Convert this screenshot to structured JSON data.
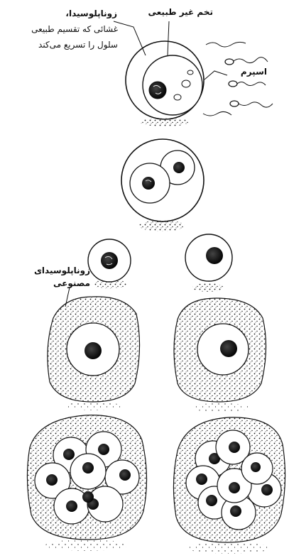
{
  "labels": {
    "zona_title": "زوناپلوسیدا،",
    "zona_line2": "غشائی که تقسیم طبیعی",
    "zona_line3": "سلول را تسریع می‌کند",
    "abnormal_egg": "تخم غیر طبیعی",
    "sperm": "اسپرم",
    "artificial_zona_line1": "زوناپلوسیدای",
    "artificial_zona_line2": "مصنوعی"
  },
  "colors": {
    "ink": "#111111",
    "background": "#ffffff"
  }
}
